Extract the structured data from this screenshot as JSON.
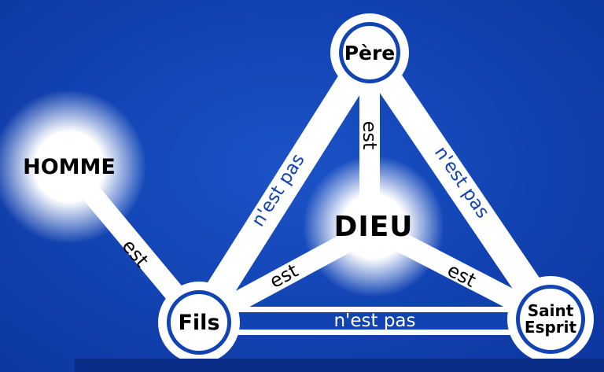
{
  "colors": {
    "background": "#1243b2",
    "background_light": "#1b53c7",
    "background_dark": "#0d369e",
    "bottom_bar": "#0a2d88",
    "band": "#ffffff",
    "negative_label_blue": "#1243b2",
    "positive_label_black": "#000000",
    "bottom_label_white": "#ffffff",
    "node_text": "#000000"
  },
  "nodes": {
    "pere": {
      "label": "Père"
    },
    "fils": {
      "label": "Fils"
    },
    "saint_esprit": {
      "line1": "Saint",
      "line2": "Esprit"
    },
    "dieu": {
      "label": "DIEU"
    },
    "homme": {
      "label": "HOMME"
    }
  },
  "edges": {
    "pere_fils": {
      "label": "n'est pas"
    },
    "pere_saint_esprit": {
      "label": "n'est pas"
    },
    "fils_saint_esprit": {
      "label": "n'est pas"
    },
    "dieu_pere": {
      "label": "est"
    },
    "dieu_fils": {
      "label": "est"
    },
    "dieu_saint_esprit": {
      "label": "est"
    },
    "homme_fils": {
      "label": "est"
    }
  }
}
